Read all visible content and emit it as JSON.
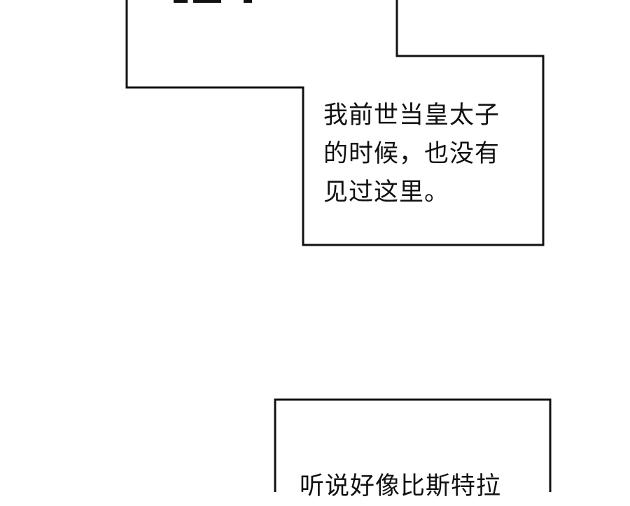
{
  "bubbles": [
    {
      "lines": [
        "我前世当皇太子",
        "的时候，也没有",
        "见过这里。"
      ]
    },
    {
      "lines": [
        "听说好像比斯特拉"
      ]
    }
  ]
}
